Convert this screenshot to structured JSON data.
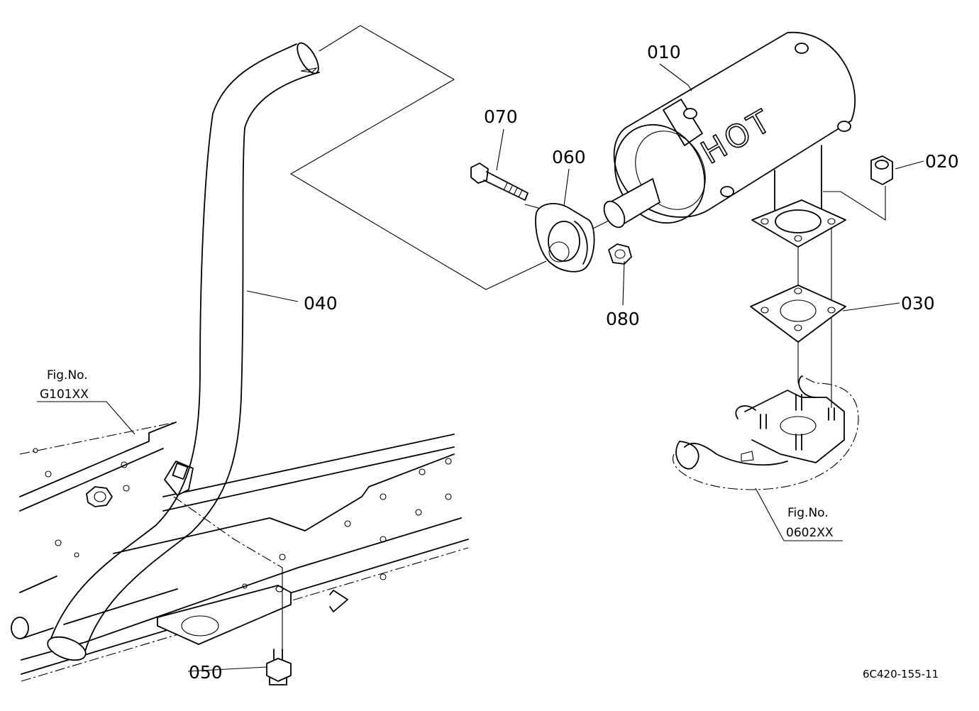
{
  "parts": [
    {
      "id": "part-010",
      "number": "010"
    },
    {
      "id": "part-020",
      "number": "020"
    },
    {
      "id": "part-030",
      "number": "030"
    },
    {
      "id": "part-040",
      "number": "040"
    },
    {
      "id": "part-050",
      "number": "050"
    },
    {
      "id": "part-060",
      "number": "060"
    },
    {
      "id": "part-070",
      "number": "070"
    },
    {
      "id": "part-080",
      "number": "080"
    }
  ],
  "figure_refs": [
    {
      "line1": "Fig.No.",
      "line2": "G101XX"
    },
    {
      "line1": "Fig.No.",
      "line2": "0602XX"
    }
  ],
  "muffler_marking": "HOT",
  "drawing_code": "6C420-155-11"
}
